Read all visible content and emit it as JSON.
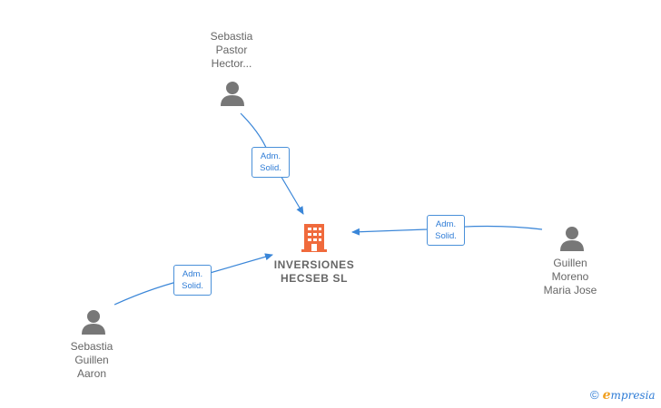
{
  "company": {
    "name_lines": [
      "INVERSIONES",
      "HECSEB  SL"
    ],
    "color": "#f06a3c"
  },
  "persons": [
    {
      "id": "p1",
      "name_lines": [
        "Sebastia",
        "Pastor",
        "Hector..."
      ]
    },
    {
      "id": "p2",
      "name_lines": [
        "Guillen",
        "Moreno",
        "Maria Jose"
      ]
    },
    {
      "id": "p3",
      "name_lines": [
        "Sebastia",
        "Guillen",
        "Aaron"
      ]
    }
  ],
  "edges": [
    {
      "from": "p1",
      "label_lines": [
        "Adm.",
        "Solid."
      ]
    },
    {
      "from": "p2",
      "label_lines": [
        "Adm.",
        "Solid."
      ]
    },
    {
      "from": "p3",
      "label_lines": [
        "Adm.",
        "Solid."
      ]
    }
  ],
  "colors": {
    "person_icon": "#777777",
    "edge": "#3a86d8",
    "label_text": "#666666"
  },
  "brand": {
    "copyright_symbol": "©",
    "logo_initial": "e",
    "logo_rest": "mpresia"
  }
}
